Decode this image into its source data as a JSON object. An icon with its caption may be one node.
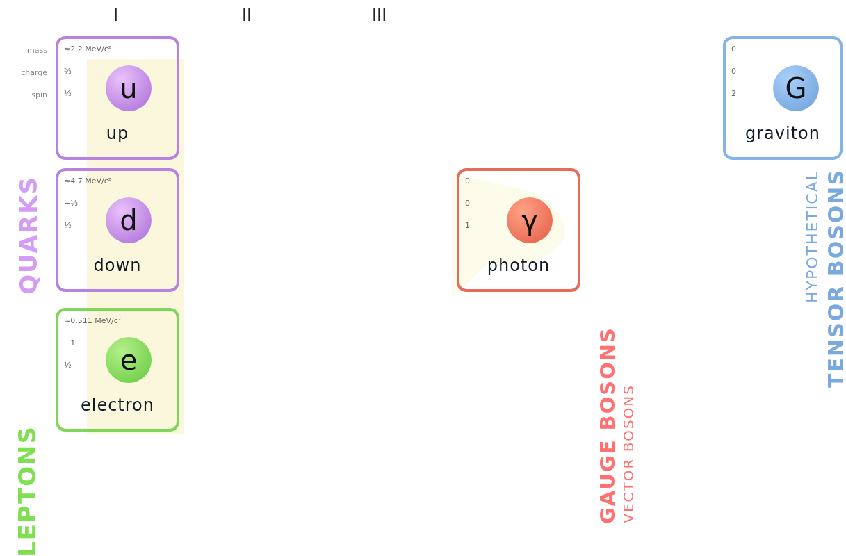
{
  "diagram": {
    "nodes": [
      {
        "text": [
          "≈2.2 MeV/c²",
          "⅔",
          "½",
          "up"
        ]
      },
      {
        "text": [
          "u"
        ],
        "in": 0
      },
      {
        "text": [
          "≈4.7 MeV/c²",
          "−⅓",
          "½",
          "down"
        ]
      },
      {
        "text": [
          "d"
        ],
        "in": 2
      },
      {
        "text": [
          "≈0.511 MeV/c²",
          "−1",
          "½",
          "electron"
        ]
      },
      {
        "text": [
          "e"
        ],
        "in": 4
      },
      {
        "text": [
          "0",
          "0",
          "1",
          "photon"
        ]
      },
      {
        "text": [
          "γ"
        ],
        "in": 6
      },
      {
        "text": [
          "0",
          "0",
          "2",
          "graviton"
        ]
      },
      {
        "text": [
          "G"
        ],
        "in": 8
      }
    ],
    "labels": [
      "I",
      "II",
      "III",
      "mass",
      "charge",
      "spin",
      "QUARKS",
      "LEPTONS",
      "GAUGE BOSONS",
      "VECTOR BOSONS",
      "HYPOTHETICAL",
      "TENSOR BOSONS"
    ]
  }
}
